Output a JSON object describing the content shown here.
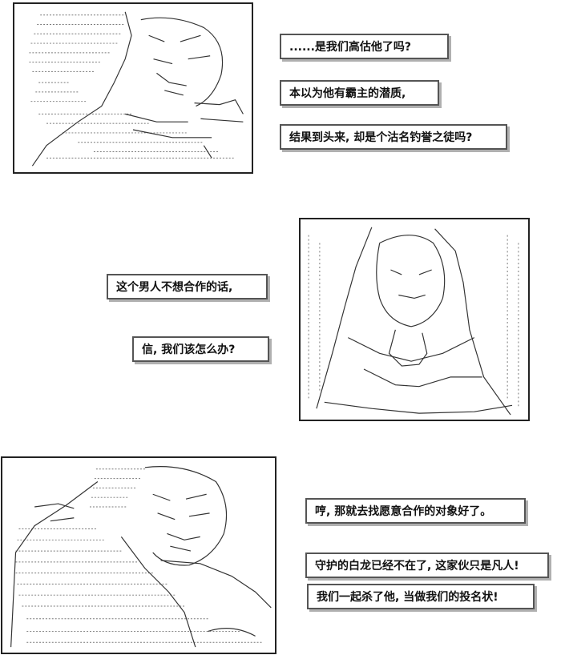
{
  "panels": {
    "top": {
      "dialogue": [
        "......是我们高估他了吗?",
        "本以为他有霸主的潜质,",
        "结果到头来, 却是个沽名钓誉之徒吗?"
      ]
    },
    "middle": {
      "dialogue": [
        "这个男人不想合作的话,",
        "信, 我们该怎么办?"
      ]
    },
    "bottom": {
      "dialogue": [
        "哼, 那就去找愿意合作的对象好了。",
        "守护的白龙已经不在了, 这家伙只是凡人!",
        "我们一起杀了他, 当做我们的投名状!"
      ]
    }
  },
  "art_style": "ascii-art manga panels"
}
